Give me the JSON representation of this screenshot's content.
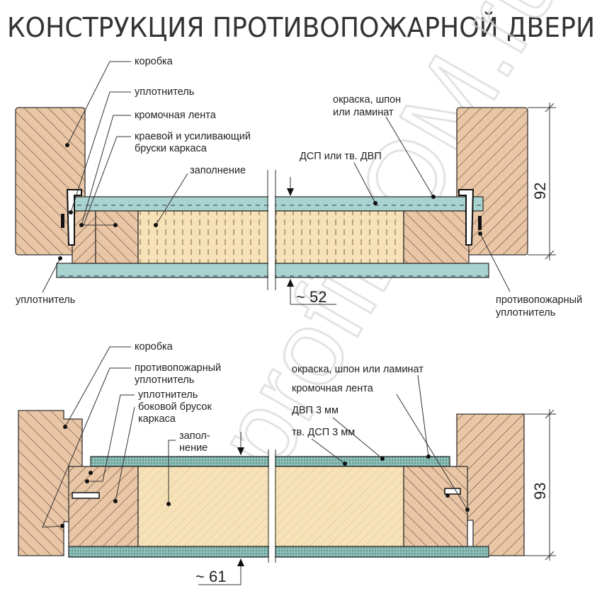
{
  "title": "КОНСТРУКЦИЯ ПРОТИВОПОЖАРНОЙ ДВЕРИ",
  "watermark": "profiDOM.ru",
  "colors": {
    "wood": "#e9c6a6",
    "fill": "#f6e2b6",
    "panel": "#a8d3cf",
    "panel_dark": "#6aa9a2"
  },
  "top": {
    "labels": {
      "box": "коробка",
      "seal": "уплотнитель",
      "edge_tape": "кромочная лента",
      "bars_1": "краевой и усиливающий",
      "bars_2": "бруски каркаса",
      "filling": "заполнение",
      "finish_1": "окраска, шпон",
      "finish_2": "или ламинат",
      "board": "ДСП или тв. ДВП",
      "seal_bottom": "уплотнитель",
      "fire_seal_1": "противопожарный",
      "fire_seal_2": "уплотнитель"
    },
    "dimension_height": "92",
    "dimension_thickness": "~ 52"
  },
  "bottom": {
    "labels": {
      "box": "коробка",
      "fire_seal_1": "противопожарный",
      "fire_seal_2": "уплотнитель",
      "seal": "уплотнитель",
      "side_bar_1": "боковой брусок",
      "side_bar_2": "каркаса",
      "filling_1": "запол-",
      "filling_2": "нение",
      "finish": "окраска, шпон или ламинат",
      "edge_tape": "кромочная лента",
      "hdf": "ДВП 3 мм",
      "chipboard": "тв. ДСП 3 мм"
    },
    "dimension_height": "93",
    "dimension_thickness": "~ 61"
  }
}
